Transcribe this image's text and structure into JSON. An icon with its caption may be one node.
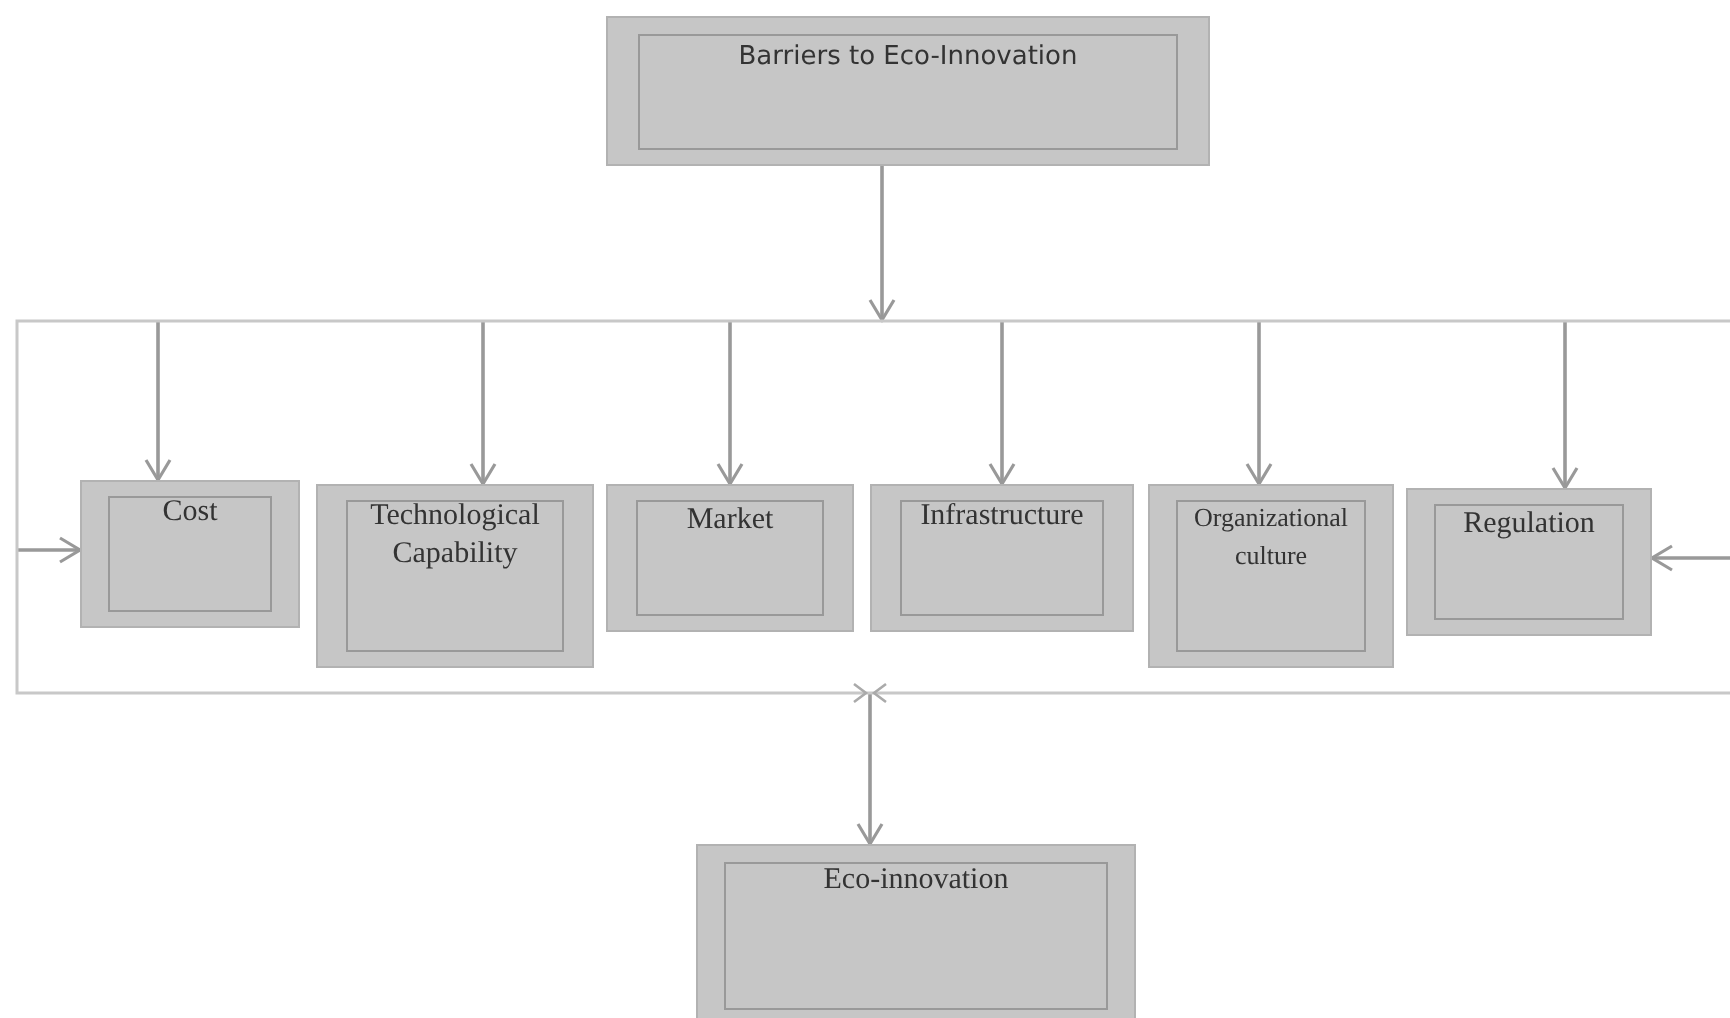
{
  "diagram": {
    "nodes": [
      {
        "text": [
          "Barriers to Eco-Innovation"
        ]
      },
      {
        "text": [],
        "shape": "box"
      },
      {
        "text": [
          "Cost"
        ],
        "in": 1
      },
      {
        "text": [
          "Technological Capability"
        ],
        "in": 1
      },
      {
        "text": [
          "Market"
        ],
        "in": 1
      },
      {
        "text": [
          "Infrastructure"
        ],
        "in": 1
      },
      {
        "text": [
          "Organizational culture"
        ],
        "in": 1
      },
      {
        "text": [
          "Regulation"
        ],
        "in": 1
      },
      {
        "text": [
          "Eco-innovation"
        ]
      }
    ],
    "edges": [
      {
        "from": 0,
        "to": 1,
        "arrow": "to"
      },
      {
        "from": 1,
        "to": 2,
        "arrow": "to"
      },
      {
        "from": 1,
        "to": 3,
        "arrow": "to"
      },
      {
        "from": 1,
        "to": 4,
        "arrow": "to"
      },
      {
        "from": 1,
        "to": 5,
        "arrow": "to"
      },
      {
        "from": 1,
        "to": 6,
        "arrow": "to"
      },
      {
        "from": 1,
        "to": 7,
        "arrow": "to"
      },
      {
        "from": 1,
        "to": 2,
        "arrow": "to"
      },
      {
        "from": 1,
        "to": 7,
        "arrow": "to"
      },
      {
        "from": 1,
        "to": 8,
        "arrow": "to"
      }
    ]
  }
}
